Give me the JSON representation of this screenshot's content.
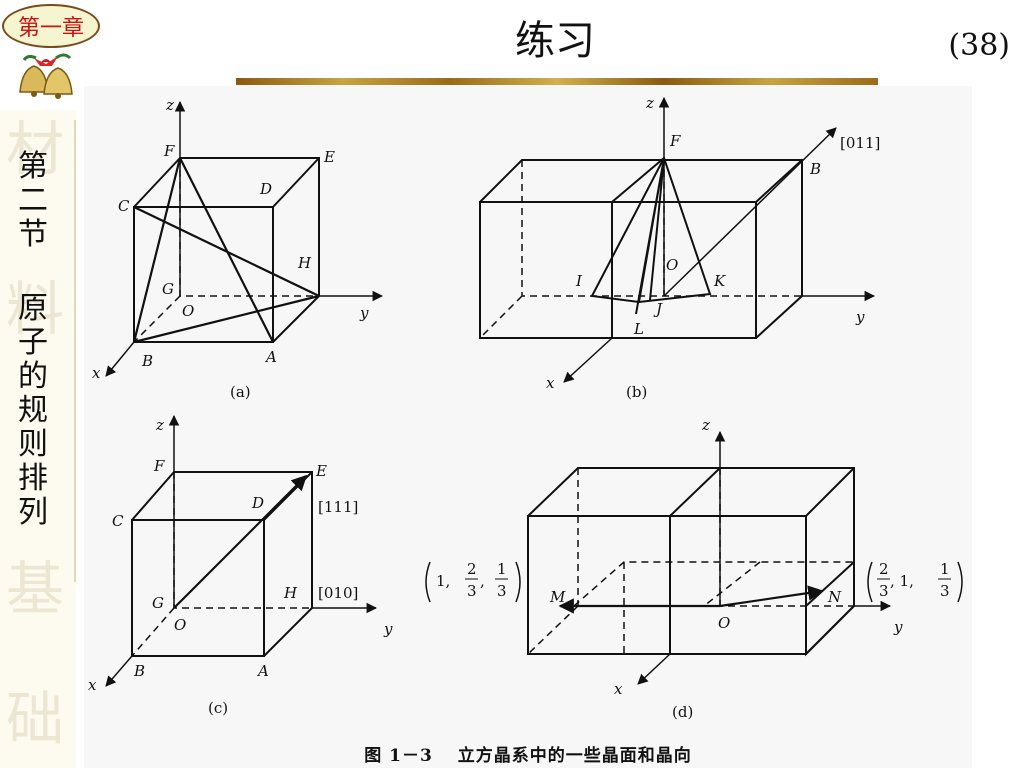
{
  "header": {
    "chapter_badge": "第一章",
    "title": "练习",
    "page_number": "(38)"
  },
  "sidebar": {
    "section_label": "第二节",
    "section_title": "原子的规则排列",
    "ghost_chars": [
      "材",
      "料",
      "基",
      "础"
    ]
  },
  "figure": {
    "caption": "图 1－3　 立方晶系中的一些晶面和晶向",
    "panels": {
      "a": {
        "label": "(a)",
        "axis_labels": {
          "x": "x",
          "y": "y",
          "z": "z"
        },
        "points": {
          "F": "F",
          "E": "E",
          "D": "D",
          "C": "C",
          "H": "H",
          "G": "G",
          "O": "O",
          "B": "B",
          "A": "A"
        }
      },
      "b": {
        "label": "(b)",
        "axis_labels": {
          "x": "x",
          "y": "y",
          "z": "z"
        },
        "direction_label": "[011]",
        "points": {
          "F": "F",
          "B": "B",
          "O": "O",
          "I": "I",
          "K": "K",
          "J": "J",
          "L": "L"
        }
      },
      "c": {
        "label": "(c)",
        "axis_labels": {
          "x": "x",
          "y": "y",
          "z": "z"
        },
        "direction_labels": {
          "111": "[111]",
          "010": "[010]"
        },
        "points": {
          "F": "F",
          "E": "E",
          "D": "D",
          "C": "C",
          "G": "G",
          "O": "O",
          "H": "H",
          "B": "B",
          "A": "A"
        }
      },
      "d": {
        "label": "(d)",
        "axis_labels": {
          "x": "x",
          "y": "y",
          "z": "z"
        },
        "points": {
          "M": "M",
          "N": "N",
          "O": "O"
        },
        "coord_M": {
          "a": "1,",
          "b_num": "2",
          "b_den": "3",
          "sep": ",",
          "c_num": "1",
          "c_den": "3"
        },
        "coord_N": {
          "a_num": "2",
          "a_den": "3",
          "b": ", 1,",
          "c_num": "1",
          "c_den": "3"
        }
      }
    }
  },
  "colors": {
    "accent_red": "#cc1111",
    "bar_gold": "#c8a440",
    "line": "#111111"
  }
}
